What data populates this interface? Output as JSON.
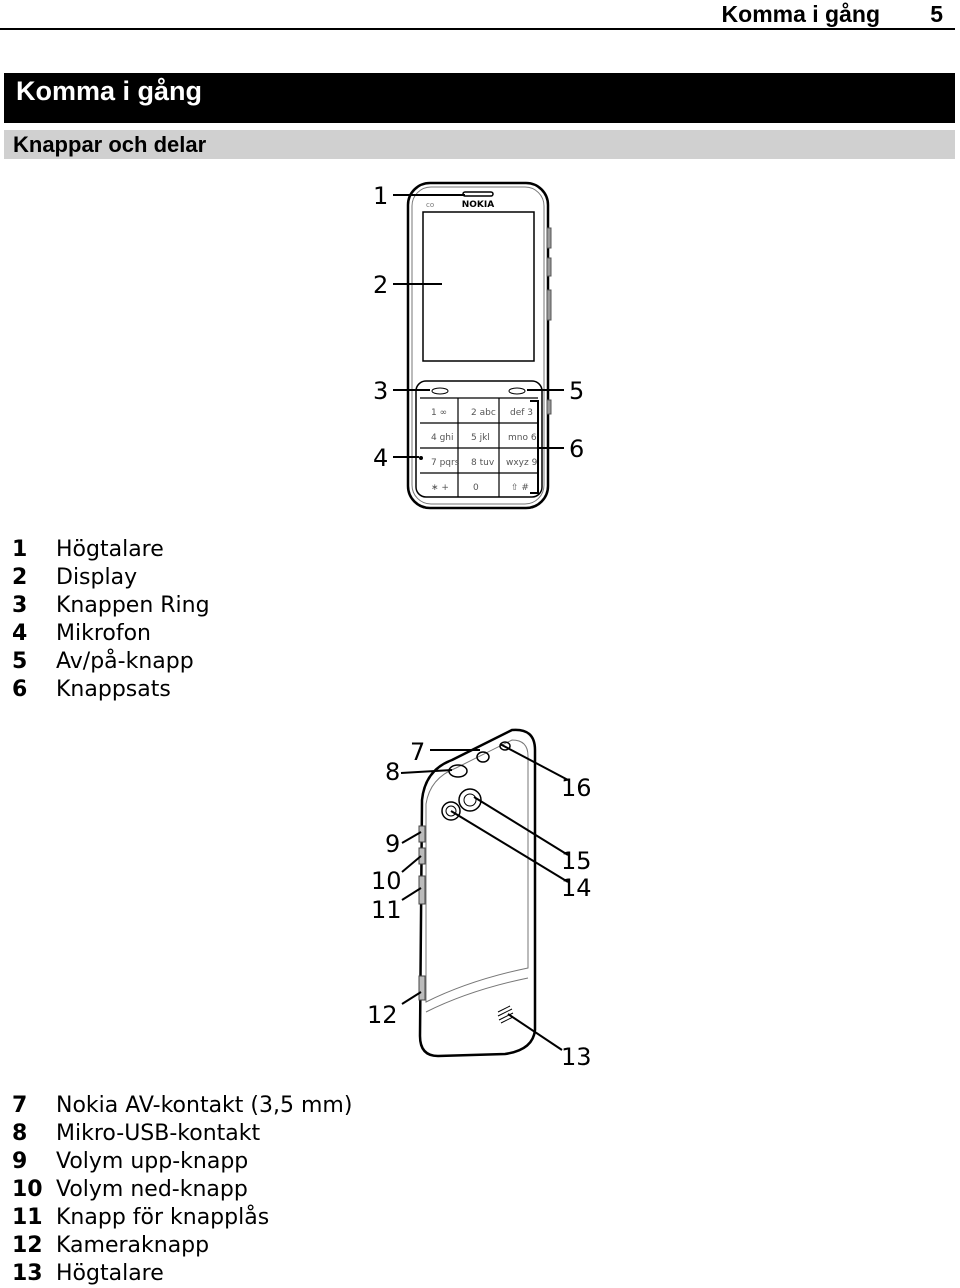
{
  "header": {
    "running_title": "Komma i gång",
    "page_number": "5"
  },
  "chapter": {
    "title": "Komma i gång"
  },
  "section": {
    "title": "Knappar och delar"
  },
  "front_view": {
    "brand": "NOKIA",
    "callouts": [
      "1",
      "2",
      "3",
      "4",
      "5",
      "6"
    ],
    "keys": [
      [
        "1 ∞",
        "2 abc",
        "def 3"
      ],
      [
        "4 ghi",
        "5 jkl",
        "mno 6"
      ],
      [
        "7 pqrs",
        "8 tuv",
        "wxyz 9"
      ],
      [
        "∗ +",
        "0",
        "⇧ #"
      ]
    ]
  },
  "back_view": {
    "callouts": [
      "7",
      "8",
      "9",
      "10",
      "11",
      "12",
      "13",
      "14",
      "15",
      "16"
    ]
  },
  "legend_front": [
    {
      "num": "1",
      "label": "Högtalare"
    },
    {
      "num": "2",
      "label": "Display"
    },
    {
      "num": "3",
      "label": "Knappen Ring"
    },
    {
      "num": "4",
      "label": "Mikrofon"
    },
    {
      "num": "5",
      "label": "Av/på-knapp"
    },
    {
      "num": "6",
      "label": "Knappsats"
    }
  ],
  "legend_back": [
    {
      "num": "7",
      "label": "Nokia AV-kontakt (3,5 mm)"
    },
    {
      "num": "8",
      "label": "Mikro-USB-kontakt"
    },
    {
      "num": "9",
      "label": "Volym upp-knapp"
    },
    {
      "num": "10",
      "label": "Volym ned-knapp"
    },
    {
      "num": "11",
      "label": "Knapp för knapplås"
    },
    {
      "num": "12",
      "label": "Kameraknapp"
    },
    {
      "num": "13",
      "label": "Högtalare"
    }
  ]
}
